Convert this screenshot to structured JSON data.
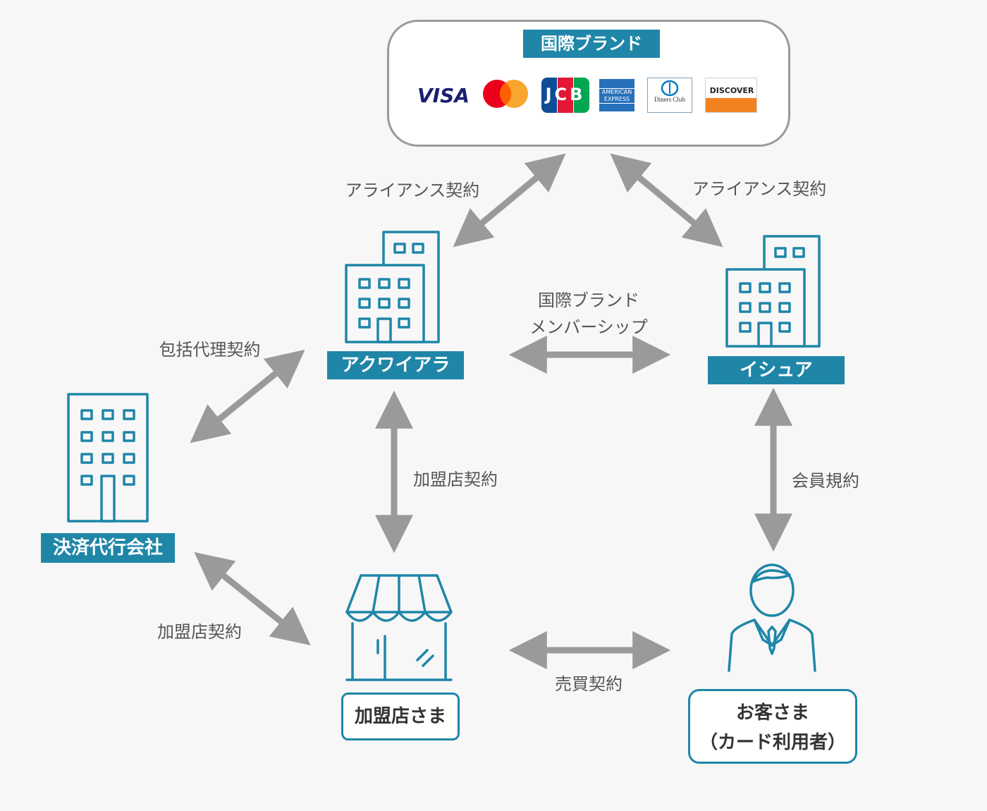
{
  "brand_box": {
    "title": "国際ブランド",
    "logos": [
      {
        "name": "visa-logo",
        "text": "VISA"
      },
      {
        "name": "mastercard-logo",
        "text": ""
      },
      {
        "name": "jcb-logo",
        "text": "JCB"
      },
      {
        "name": "amex-logo",
        "text": "AMERICAN EXPRESS"
      },
      {
        "name": "diners-logo",
        "text": "Diners Club"
      },
      {
        "name": "discover-logo",
        "text": "DISCOVER"
      }
    ]
  },
  "nodes": {
    "acquirer": "アクワイアラ",
    "issuer": "イシュア",
    "payment_agent": "決済代行会社",
    "merchant": "加盟店さま",
    "customer_line1": "お客さま",
    "customer_line2": "（カード利用者）"
  },
  "relations": {
    "alliance_left": "アライアンス契約",
    "alliance_right": "アライアンス契約",
    "membership_line1": "国際ブランド",
    "membership_line2": "メンバーシップ",
    "comprehensive_agency": "包括代理契約",
    "merchant_contract_acquirer": "加盟店契約",
    "member_terms": "会員規約",
    "merchant_contract_agent": "加盟店契約",
    "sales_contract": "売買契約"
  },
  "colors": {
    "accent": "#1f86a8",
    "arrow": "#9a9a9a",
    "text": "#555555"
  }
}
